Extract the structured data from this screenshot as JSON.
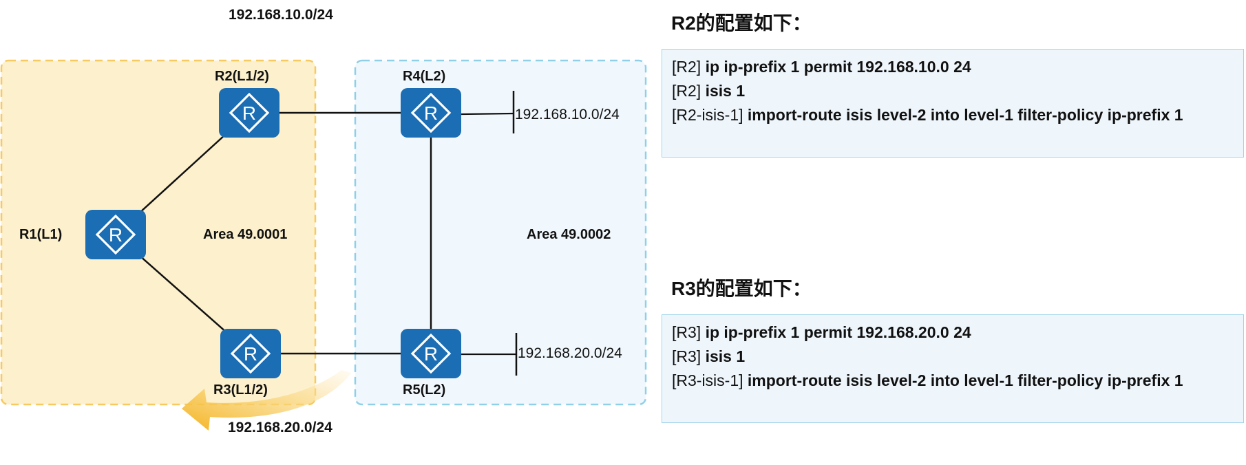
{
  "nodes": [
    {
      "id": "R1",
      "label": "R1(L1)"
    },
    {
      "id": "R2",
      "label": "R2(L1/2)"
    },
    {
      "id": "R3",
      "label": "R3(L1/2)"
    },
    {
      "id": "R4",
      "label": "R4(L2)"
    },
    {
      "id": "R5",
      "label": "R5(L2)"
    }
  ],
  "router_icon_letter": "R",
  "router_icon": "router-icon",
  "areas": {
    "area1": "Area 49.0001",
    "area2": "Area 49.0002"
  },
  "subnets": {
    "r4_stub": "192.168.10.0/24",
    "r5_stub": "192.168.20.0/24",
    "top_prefix": "192.168.10.0/24",
    "bottom_prefix": "192.168.20.0/24"
  },
  "edges": [
    {
      "from": "R1",
      "to": "R2"
    },
    {
      "from": "R1",
      "to": "R3"
    },
    {
      "from": "R2",
      "to": "R4"
    },
    {
      "from": "R3",
      "to": "R5"
    },
    {
      "from": "R4",
      "to": "R5"
    }
  ],
  "colors": {
    "router_fill": "#1b6db4",
    "area1_fill": "#fdf0cc",
    "area1_border": "#f7c95f",
    "area2_fill": "#f1f8fd",
    "area2_border": "#8fd0e8",
    "arrow_fill": "#f4b21e"
  },
  "config": {
    "r2": {
      "title": "R2的配置如下：",
      "lines": [
        {
          "prompt": "[R2] ",
          "cmd": "ip ip-prefix 1 permit 192.168.10.0 24"
        },
        {
          "prompt": "[R2] ",
          "cmd": "isis 1"
        },
        {
          "prompt": "[R2-isis-1] ",
          "cmd": "import-route isis level-2 into level-1 filter-policy ip-prefix 1"
        }
      ]
    },
    "r3": {
      "title": "R3的配置如下：",
      "lines": [
        {
          "prompt": "[R3] ",
          "cmd": "ip ip-prefix 1 permit 192.168.20.0 24"
        },
        {
          "prompt": "[R3] ",
          "cmd": "isis 1"
        },
        {
          "prompt": "[R3-isis-1] ",
          "cmd": "import-route isis level-2 into level-1 filter-policy ip-prefix 1"
        }
      ]
    }
  }
}
